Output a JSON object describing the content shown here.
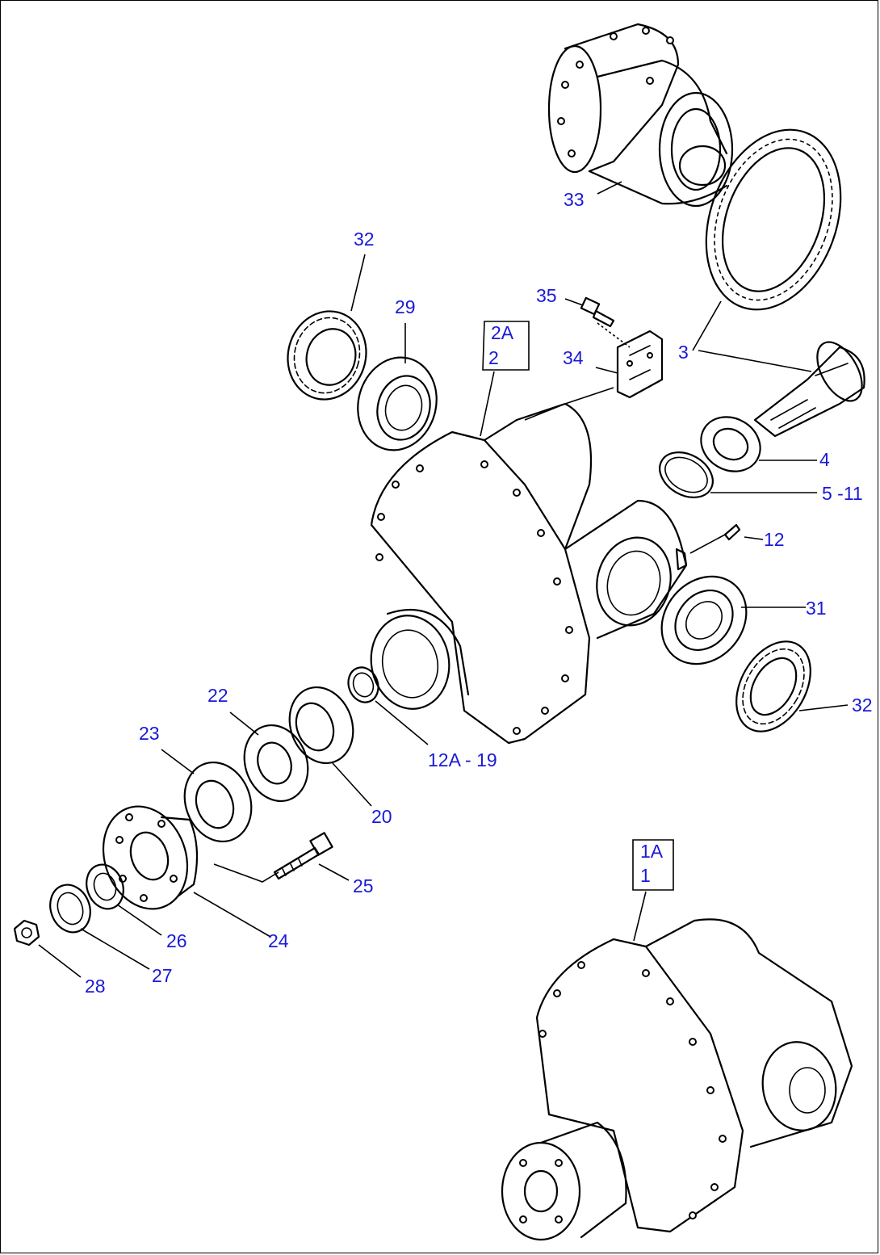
{
  "callouts": [
    {
      "id": "c33",
      "text": "33"
    },
    {
      "id": "c32a",
      "text": "32"
    },
    {
      "id": "c29",
      "text": "29"
    },
    {
      "id": "c35",
      "text": "35"
    },
    {
      "id": "c2a",
      "text": "2A"
    },
    {
      "id": "c2",
      "text": "2"
    },
    {
      "id": "c34",
      "text": "34"
    },
    {
      "id": "c3",
      "text": "3"
    },
    {
      "id": "c4",
      "text": "4"
    },
    {
      "id": "c5",
      "text": "5 -11"
    },
    {
      "id": "c12",
      "text": "12"
    },
    {
      "id": "c31",
      "text": "31"
    },
    {
      "id": "c32b",
      "text": "32"
    },
    {
      "id": "c22",
      "text": "22"
    },
    {
      "id": "c23",
      "text": "23"
    },
    {
      "id": "c12a",
      "text": "12A - 19"
    },
    {
      "id": "c20",
      "text": "20"
    },
    {
      "id": "c25",
      "text": "25"
    },
    {
      "id": "c1a",
      "text": "1A"
    },
    {
      "id": "c1",
      "text": "1"
    },
    {
      "id": "c26",
      "text": "26"
    },
    {
      "id": "c24",
      "text": "24"
    },
    {
      "id": "c27",
      "text": "27"
    },
    {
      "id": "c28",
      "text": "28"
    }
  ],
  "colors": {
    "callout": "#1a1ad6",
    "line": "#000000",
    "background": "#ffffff"
  }
}
